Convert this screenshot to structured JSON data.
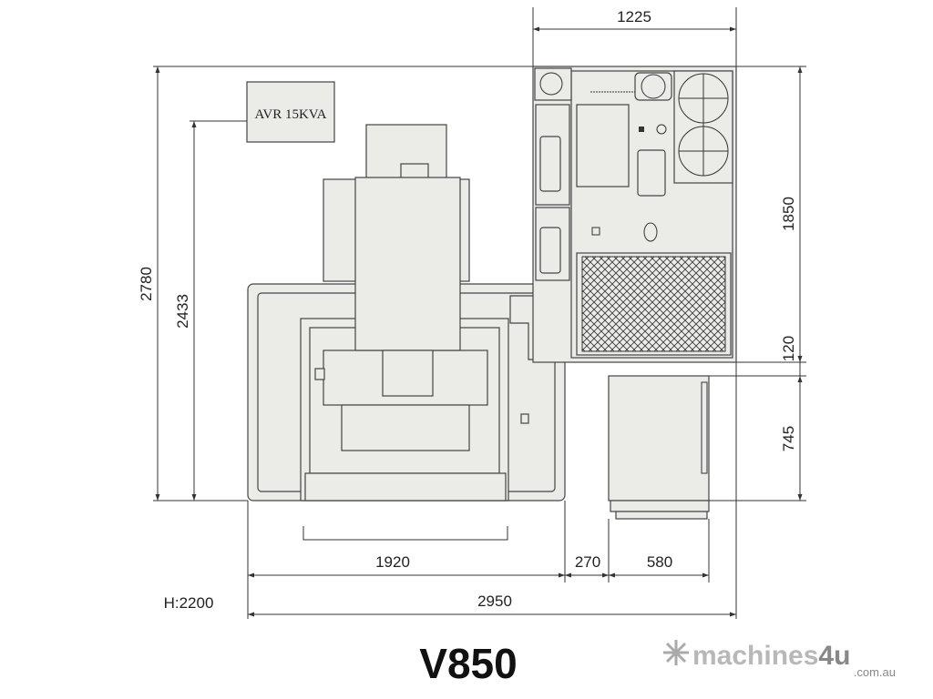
{
  "drawing": {
    "model": "V850",
    "height_note": "H:2200",
    "avr_label": "AVR 15KVA",
    "dimensions": {
      "top_width": "1225",
      "overall_depth": "2780",
      "machine_depth": "2433",
      "cabinet_depth": "1850",
      "gap": "120",
      "small_cabinet_depth": "745",
      "machine_width": "1920",
      "spacing": "270",
      "small_cabinet_width": "580",
      "overall_width": "2950"
    }
  },
  "logo": {
    "name": "machines4u",
    "main": "machines",
    "accent": "4u",
    "domain": ".com.au"
  },
  "colors": {
    "fill": "#ebece8",
    "line": "#333333"
  }
}
